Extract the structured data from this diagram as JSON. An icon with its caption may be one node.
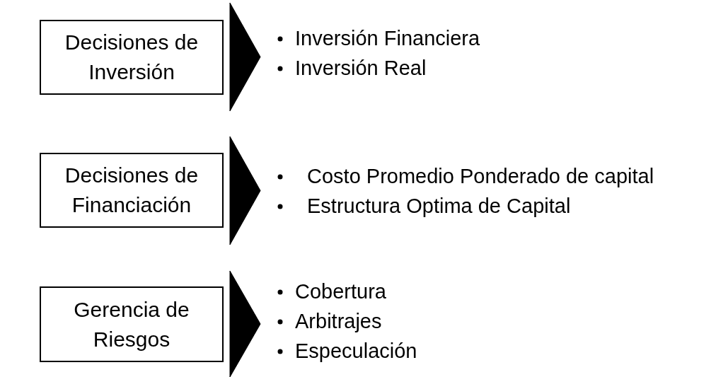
{
  "diagram": {
    "nodes": [
      {
        "text": [
          "Decisiones de Inversión"
        ]
      },
      {
        "text": [
          "Inversión Financiera",
          "Inversión Real"
        ]
      },
      {
        "text": [
          "Decisiones de Financiación"
        ]
      },
      {
        "text": [
          "Costo Promedio Ponderado de capital",
          "Estructura Optima de Capital"
        ]
      },
      {
        "text": [
          "Gerencia de Riesgos"
        ]
      },
      {
        "text": [
          "Cobertura",
          "Arbitrajes",
          "Especulación"
        ]
      }
    ],
    "edges": [
      {
        "from": 0,
        "to": 1,
        "arrow": "to"
      },
      {
        "from": 2,
        "to": 3,
        "arrow": "to"
      },
      {
        "from": 4,
        "to": 5,
        "arrow": "to"
      }
    ]
  }
}
